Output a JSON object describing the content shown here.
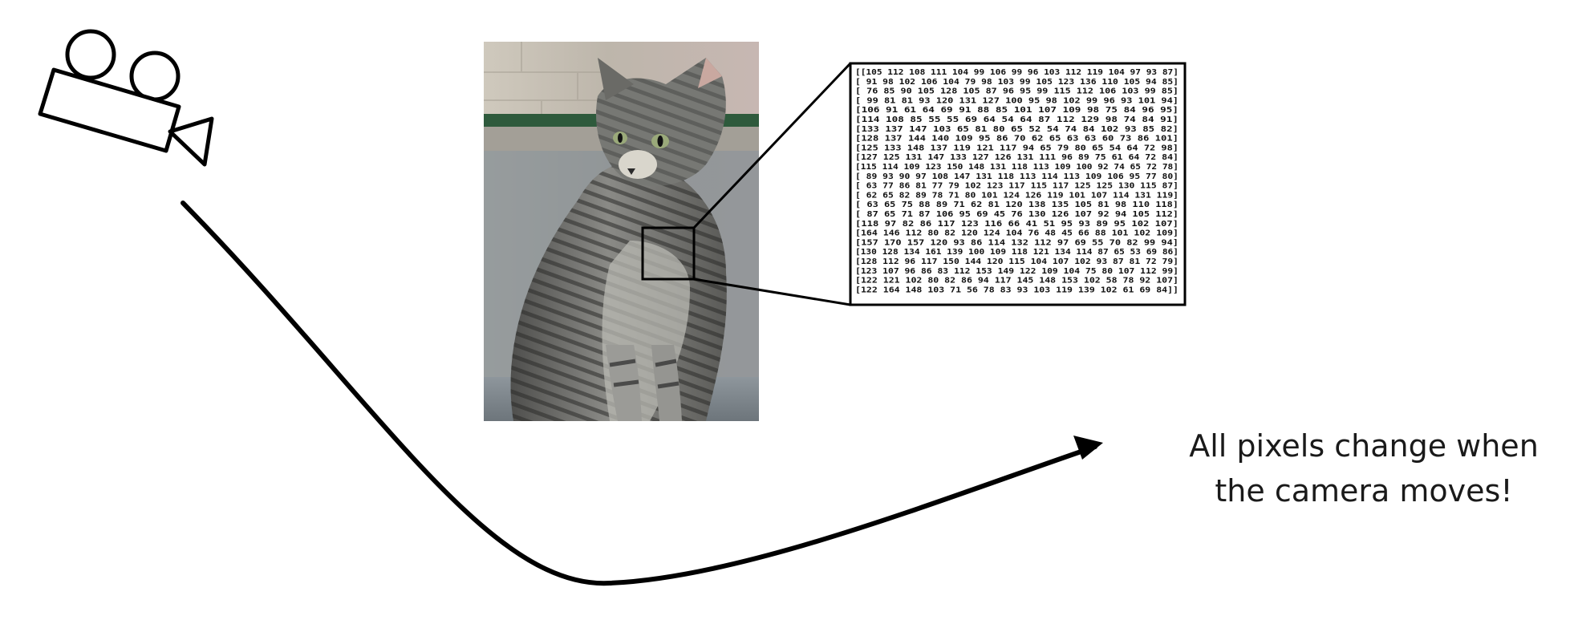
{
  "caption": {
    "line1": "All pixels change when",
    "line2": "the camera moves!"
  },
  "icons": {
    "camera": "movie-camera-icon",
    "photo": "tabby-cat-photo"
  },
  "pixel_matrix": {
    "rows": [
      "[[105 112 108 111 104  99 106  99  96 103 112 119 104  97  93  87]",
      " [ 91  98 102 106 104  79  98 103  99 105 123 136 110 105  94  85]",
      " [ 76  85  90 105 128 105  87  96  95  99 115 112 106 103  99  85]",
      " [ 99  81  81  93 120 131 127 100  95  98 102  99  96  93 101  94]",
      " [106  91  61  64  69  91  88  85 101 107 109  98  75  84  96  95]",
      " [114 108  85  55  55  69  64  54  64  87 112 129  98  74  84  91]",
      " [133 137 147 103  65  81  80  65  52  54  74  84 102  93  85  82]",
      " [128 137 144 140 109  95  86  70  62  65  63  63  60  73  86 101]",
      " [125 133 148 137 119 121 117  94  65  79  80  65  54  64  72  98]",
      " [127 125 131 147 133 127 126 131 111  96  89  75  61  64  72  84]",
      " [115 114 109 123 150 148 131 118 113 109 100  92  74  65  72  78]",
      " [ 89  93  90  97 108 147 131 118 113 114 113 109 106  95  77  80]",
      " [ 63  77  86  81  77  79 102 123 117 115 117 125 125 130 115  87]",
      " [ 62  65  82  89  78  71  80 101 124 126 119 101 107 114 131 119]",
      " [ 63  65  75  88  89  71  62  81 120 138 135 105  81  98 110 118]",
      " [ 87  65  71  87 106  95  69  45  76 130 126 107  92  94 105 112]",
      " [118  97  82  86 117 123 116  66  41  51  95  93  89  95 102 107]",
      " [164 146 112  80  82 120 124 104  76  48  45  66  88 101 102 109]",
      " [157 170 157 120  93  86 114 132 112  97  69  55  70  82  99  94]",
      " [130 128 134 161 139 100 109 118 121 134 114  87  65  53  69  86]",
      " [128 112  96 117 150 144 120 115 104 107 102  93  87  81  72  79]",
      " [123 107  96  86  83 112 153 149 122 109 104  75  80 107 112  99]",
      " [122 121 102  80  82  86  94 117 145 148 153 102  58  78  92 107]",
      " [122 164 148 103  71  56  78  83  93 103 119 139 102  61  69  84]]"
    ]
  }
}
